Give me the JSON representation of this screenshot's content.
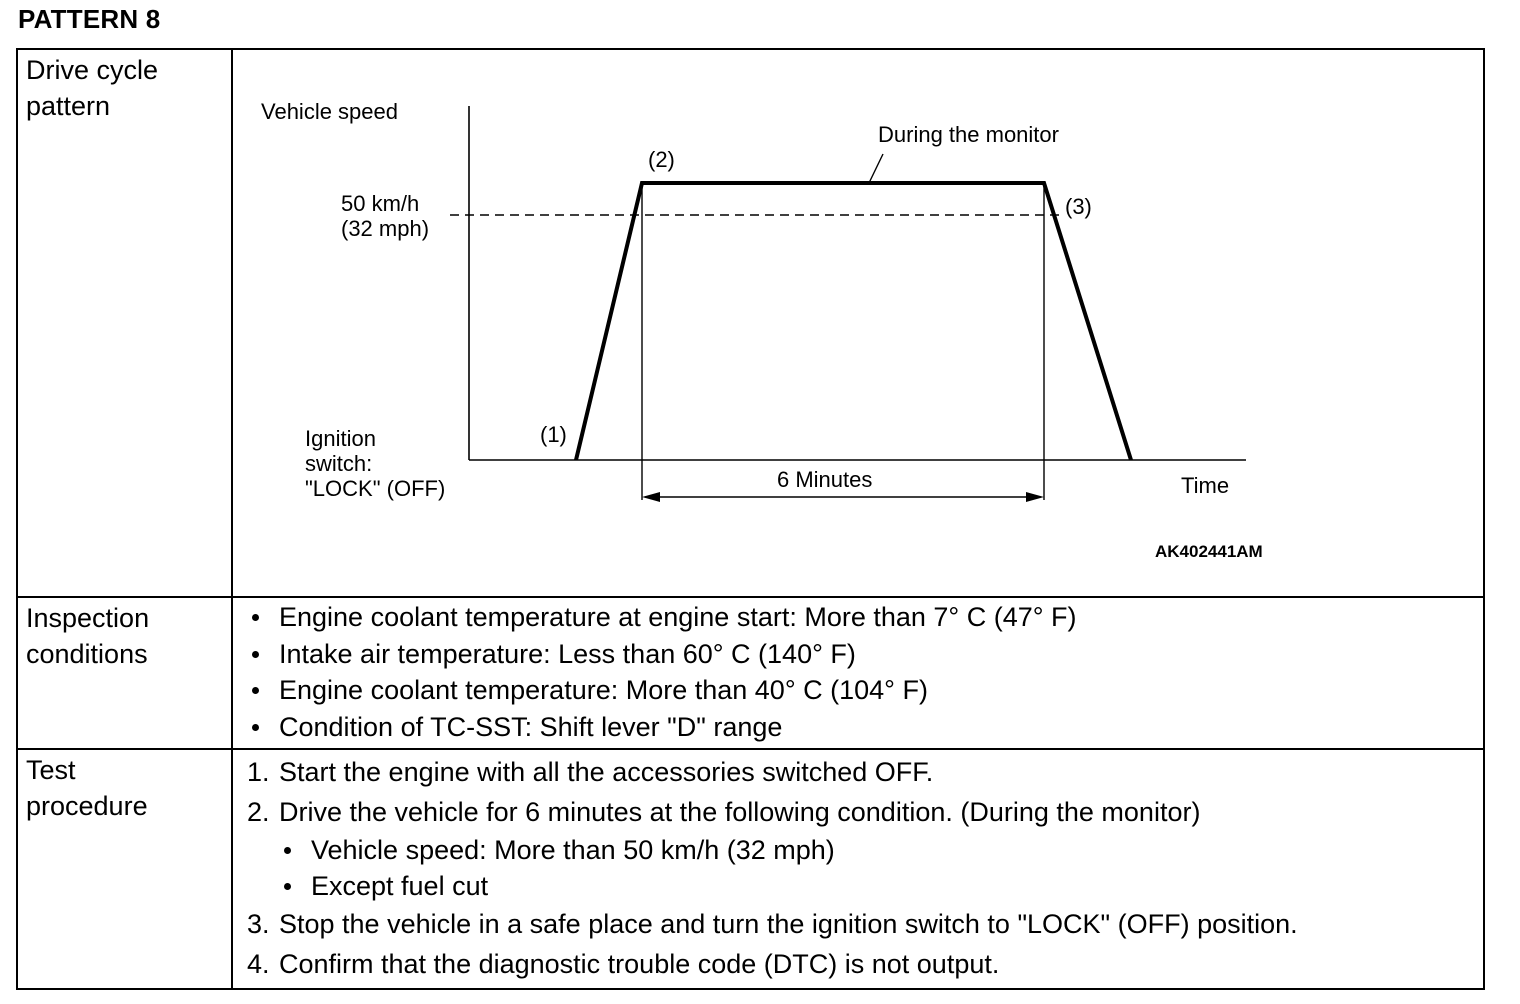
{
  "page_title": "PATTERN 8",
  "rows": {
    "diagram_label": [
      "Drive cycle",
      "pattern"
    ],
    "inspection_label": [
      "Inspection",
      "conditions"
    ],
    "procedure_label": [
      "Test",
      "procedure"
    ]
  },
  "diagram": {
    "y_axis_label": "Vehicle speed",
    "x_axis_label": "Time",
    "speed_label_line1": "50 km/h",
    "speed_label_line2": "(32 mph)",
    "ignition_line1": "Ignition",
    "ignition_line2": "switch:",
    "ignition_line3": "\"LOCK\" (OFF)",
    "point_1": "(1)",
    "point_2": "(2)",
    "point_3": "(3)",
    "monitor_label": "During the monitor",
    "duration_label": "6 Minutes",
    "figure_code": "AK402441AM"
  },
  "inspection_conditions": [
    "Engine coolant temperature at engine start: More than 7° C (47° F)",
    "Intake air temperature: Less than 60° C (140° F)",
    "Engine coolant temperature: More than 40° C (104° F)",
    "Condition of TC-SST: Shift lever \"D\" range"
  ],
  "test_procedure": {
    "step1_num": "1.",
    "step1": "Start the engine with all the accessories switched OFF.",
    "step2_num": "2.",
    "step2": "Drive the vehicle for 6 minutes at the following condition. (During the monitor)",
    "step2_sub": [
      "Vehicle speed: More than 50 km/h (32 mph)",
      "Except fuel cut"
    ],
    "step3_num": "3.",
    "step3": "Stop the vehicle in a safe place and turn the ignition switch to \"LOCK\" (OFF) position.",
    "step4_num": "4.",
    "step4": "Confirm that the diagnostic trouble code (DTC) is not output."
  }
}
